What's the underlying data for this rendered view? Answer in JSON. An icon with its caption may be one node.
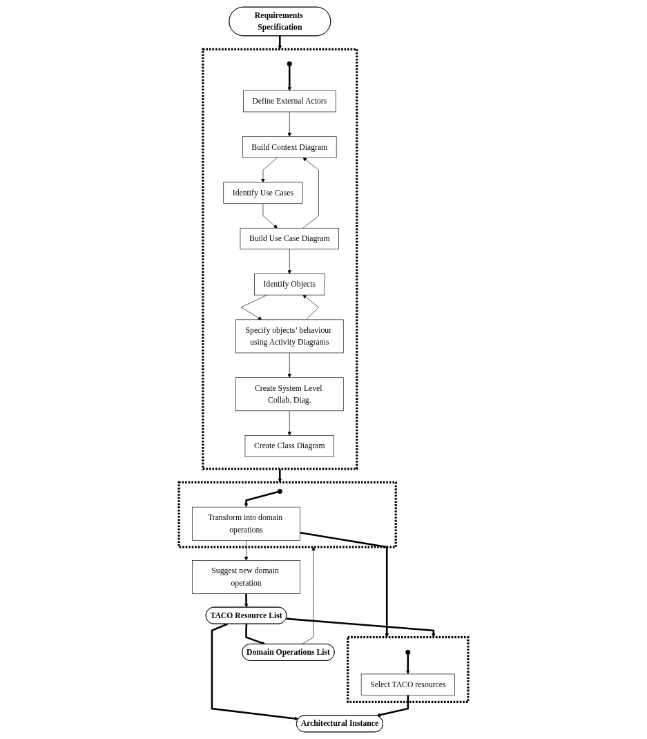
{
  "diagram": {
    "nodes": [
      {
        "text": [
          "Requirements Specification"
        ]
      },
      {
        "text": [],
        "shape": "box"
      },
      {
        "text": [],
        "shape": "circle",
        "in": 1
      },
      {
        "text": [
          "Define External Actors"
        ],
        "in": 1
      },
      {
        "text": [
          "Build Context Diagram"
        ],
        "in": 1
      },
      {
        "text": [
          "Identify Use Cases"
        ],
        "in": 1
      },
      {
        "text": [
          "Build Use Case Diagram"
        ],
        "in": 1
      },
      {
        "text": [
          "Identify Objects"
        ],
        "in": 1
      },
      {
        "text": [
          "Specify objects’ behaviour using Activity Diagrams"
        ],
        "in": 1
      },
      {
        "text": [
          "Create System Level Collab. Diag."
        ],
        "in": 1
      },
      {
        "text": [
          "Create Class Diagram"
        ],
        "in": 1
      },
      {
        "text": [
          "Domain Operations List"
        ]
      },
      {
        "text": [],
        "shape": "box"
      },
      {
        "text": [],
        "shape": "circle",
        "in": 12
      },
      {
        "text": [
          "Transform into domain operations"
        ],
        "in": 12
      },
      {
        "text": [
          "Suggest new domain operation"
        ]
      },
      {
        "text": [
          "TACO Resource List"
        ]
      },
      {
        "text": [],
        "shape": "box"
      },
      {
        "text": [],
        "shape": "circle",
        "in": 17
      },
      {
        "text": [
          "Select TACO resources"
        ],
        "in": 17
      },
      {
        "text": [
          "Architectural Instance"
        ]
      }
    ],
    "edges": [
      {
        "from": 0,
        "to": 1,
        "arrow": "to",
        "style": "thick"
      },
      {
        "from": 2,
        "to": 3,
        "arrow": "to",
        "style": "thick"
      },
      {
        "from": 3,
        "to": 4,
        "arrow": "to"
      },
      {
        "from": 4,
        "to": 5,
        "arrow": "to"
      },
      {
        "from": 5,
        "to": 6,
        "arrow": "to"
      },
      {
        "from": 6,
        "to": 4,
        "arrow": "to"
      },
      {
        "from": 6,
        "to": 7,
        "arrow": "to"
      },
      {
        "from": 7,
        "to": 8,
        "arrow": "to"
      },
      {
        "from": 8,
        "to": 7,
        "arrow": "to"
      },
      {
        "from": 8,
        "to": 9,
        "arrow": "to"
      },
      {
        "from": 9,
        "to": 10,
        "arrow": "to"
      },
      {
        "from": 1,
        "to": 12,
        "arrow": "to",
        "style": "thick"
      },
      {
        "from": 11,
        "to": 12,
        "arrow": "to"
      },
      {
        "from": 13,
        "to": 14,
        "arrow": "to",
        "style": "thick"
      },
      {
        "from": 14,
        "to": 15,
        "arrow": "to"
      },
      {
        "from": 14,
        "to": 17,
        "arrow": "to",
        "style": "thick"
      },
      {
        "from": 15,
        "to": 16,
        "arrow": "to",
        "style": "thick"
      },
      {
        "from": 16,
        "to": 11,
        "arrow": "to",
        "style": "thick"
      },
      {
        "from": 16,
        "to": 17,
        "arrow": "to",
        "style": "thick"
      },
      {
        "from": 18,
        "to": 19,
        "arrow": "to",
        "style": "thick"
      },
      {
        "from": 16,
        "to": 20,
        "arrow": "to",
        "style": "thick"
      },
      {
        "from": 19,
        "to": 20,
        "arrow": "to",
        "style": "thick"
      }
    ]
  }
}
